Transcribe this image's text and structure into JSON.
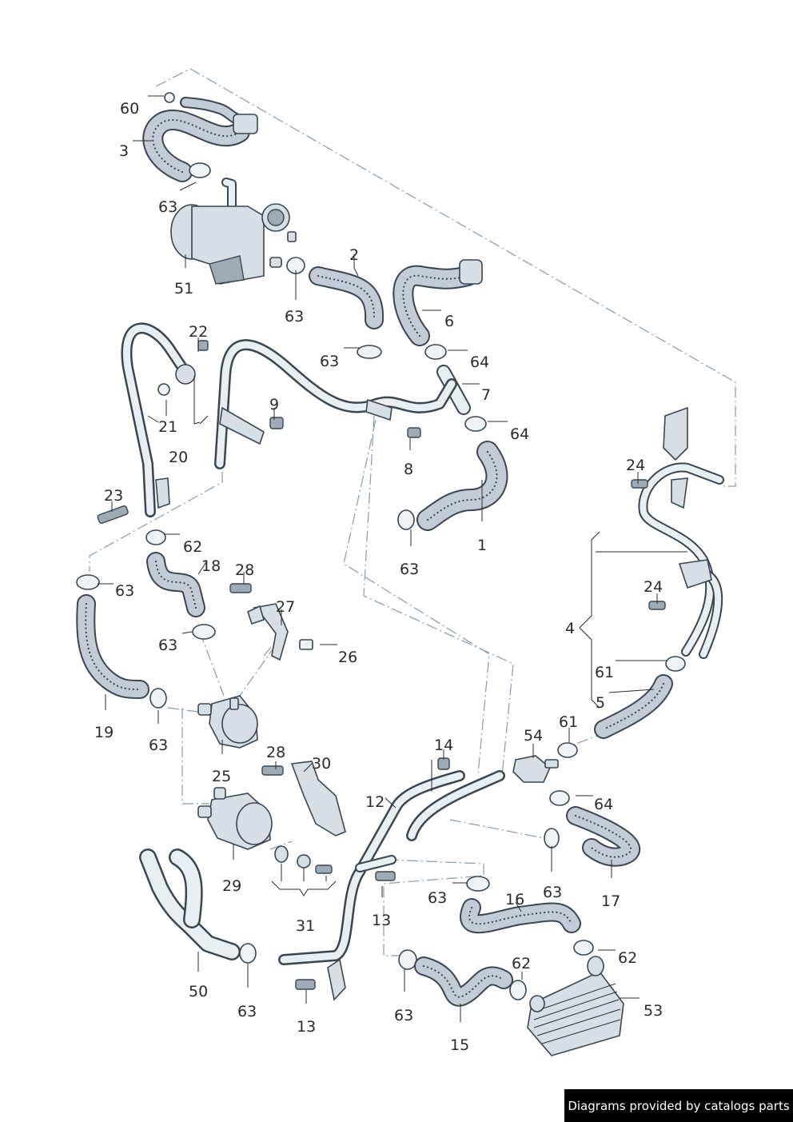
{
  "callouts": [
    {
      "id": "60",
      "text": "60"
    },
    {
      "id": "3",
      "text": "3"
    },
    {
      "id": "63a",
      "text": "63"
    },
    {
      "id": "51",
      "text": "51"
    },
    {
      "id": "63b",
      "text": "63"
    },
    {
      "id": "2",
      "text": "2"
    },
    {
      "id": "63c",
      "text": "63"
    },
    {
      "id": "6",
      "text": "6"
    },
    {
      "id": "64a",
      "text": "64"
    },
    {
      "id": "7",
      "text": "7"
    },
    {
      "id": "64b",
      "text": "64"
    },
    {
      "id": "22",
      "text": "22"
    },
    {
      "id": "21",
      "text": "21"
    },
    {
      "id": "20",
      "text": "20"
    },
    {
      "id": "9",
      "text": "9"
    },
    {
      "id": "8",
      "text": "8"
    },
    {
      "id": "1",
      "text": "1"
    },
    {
      "id": "63d",
      "text": "63"
    },
    {
      "id": "23",
      "text": "23"
    },
    {
      "id": "62a",
      "text": "62"
    },
    {
      "id": "18",
      "text": "18"
    },
    {
      "id": "63e",
      "text": "63"
    },
    {
      "id": "28a",
      "text": "28"
    },
    {
      "id": "27",
      "text": "27"
    },
    {
      "id": "63f",
      "text": "63"
    },
    {
      "id": "26",
      "text": "26"
    },
    {
      "id": "19",
      "text": "19"
    },
    {
      "id": "63g",
      "text": "63"
    },
    {
      "id": "24a",
      "text": "24"
    },
    {
      "id": "24b",
      "text": "24"
    },
    {
      "id": "4",
      "text": "4"
    },
    {
      "id": "61a",
      "text": "61"
    },
    {
      "id": "5",
      "text": "5"
    },
    {
      "id": "61b",
      "text": "61"
    },
    {
      "id": "54",
      "text": "54"
    },
    {
      "id": "14",
      "text": "14"
    },
    {
      "id": "28b",
      "text": "28"
    },
    {
      "id": "30",
      "text": "30"
    },
    {
      "id": "25",
      "text": "25"
    },
    {
      "id": "12",
      "text": "12"
    },
    {
      "id": "64c",
      "text": "64"
    },
    {
      "id": "29",
      "text": "29"
    },
    {
      "id": "31",
      "text": "31"
    },
    {
      "id": "13a",
      "text": "13"
    },
    {
      "id": "63h",
      "text": "63"
    },
    {
      "id": "16",
      "text": "16"
    },
    {
      "id": "63i",
      "text": "63"
    },
    {
      "id": "17",
      "text": "17"
    },
    {
      "id": "50",
      "text": "50"
    },
    {
      "id": "63j",
      "text": "63"
    },
    {
      "id": "13b",
      "text": "13"
    },
    {
      "id": "63k",
      "text": "63"
    },
    {
      "id": "62b",
      "text": "62"
    },
    {
      "id": "62c",
      "text": "62"
    },
    {
      "id": "15",
      "text": "15"
    },
    {
      "id": "53",
      "text": "53"
    }
  ],
  "credit": "Diagrams provided by catalogs parts"
}
